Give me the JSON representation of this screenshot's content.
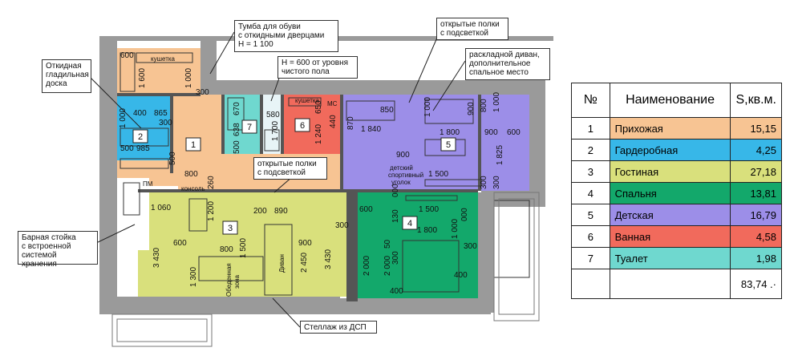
{
  "rooms": [
    {
      "number": "1",
      "name": "Прихожая",
      "area": "15,15",
      "color": "#f7c493"
    },
    {
      "number": "2",
      "name": "Гардеробная",
      "area": "4,25",
      "color": "#37b7e8"
    },
    {
      "number": "3",
      "name": "Гостиная",
      "area": "27,18",
      "color": "#d9e07c"
    },
    {
      "number": "4",
      "name": "Спальня",
      "area": "13,81",
      "color": "#13a86b"
    },
    {
      "number": "5",
      "name": "Детская",
      "area": "16,79",
      "color": "#9c8ee8"
    },
    {
      "number": "6",
      "name": "Ванная",
      "area": "4,58",
      "color": "#f16a5c"
    },
    {
      "number": "7",
      "name": "Туалет",
      "area": "1,98",
      "color": "#6fd8cf"
    }
  ],
  "table": {
    "header_num": "№",
    "header_name": "Наименование",
    "header_area": "S,кв.м.",
    "total": "83,74 .·"
  },
  "callouts": {
    "shoe_cabinet": "Тумба для обуви\nс откидными дверцами\nН = 1 100",
    "ironing_board": "Откидная\nгладильная\nдоска",
    "height_600": "Н = 600 от уровня\nчистого пола",
    "open_shelves_top": "открытые полки\nс подсветкой",
    "sofa_bed": "раскладной диван,\nдополнительное\nспальное место",
    "open_shelves_mid": "открытые полки\nс подсветкой",
    "bar_counter": "Барная стойка\nс встроенной\nсистемой хранения",
    "dsp_rack": "Стеллаж из ДСП"
  },
  "labels": {
    "couch_hall": "кушетка",
    "couch_bath": "кушетка",
    "console": "консоль",
    "sport_corner_1": "детский",
    "sport_corner_2": "спортивный",
    "sport_corner_3": "уголок",
    "dining_1": "Обеденная",
    "dining_2": "зона",
    "sofa": "Диван",
    "pm": "ПМ",
    "mc": "МС"
  },
  "dimensions": [
    "600",
    "1 600",
    "1 000",
    "300",
    "400",
    "865",
    "300",
    "985",
    "500",
    "500",
    "1 000",
    "670",
    "638",
    "500",
    "580",
    "1 700",
    "650",
    "440",
    "1 240",
    "870",
    "1 840",
    "850",
    "1 000",
    "900",
    "1 800",
    "800",
    "1 000",
    "900",
    "600",
    "1 825",
    "900",
    "1 500",
    "300",
    "300",
    "800",
    "260",
    "1 060",
    "1 200",
    "200",
    "890",
    "900",
    "600",
    "800",
    "1 500",
    "3 430",
    "2 450",
    "3 430",
    "1 300",
    "300",
    "600",
    "1 500",
    "1 800",
    "130",
    "000",
    "300",
    "000",
    "2 000",
    "50",
    "2 000",
    "300",
    "400",
    "400",
    "1 000"
  ]
}
